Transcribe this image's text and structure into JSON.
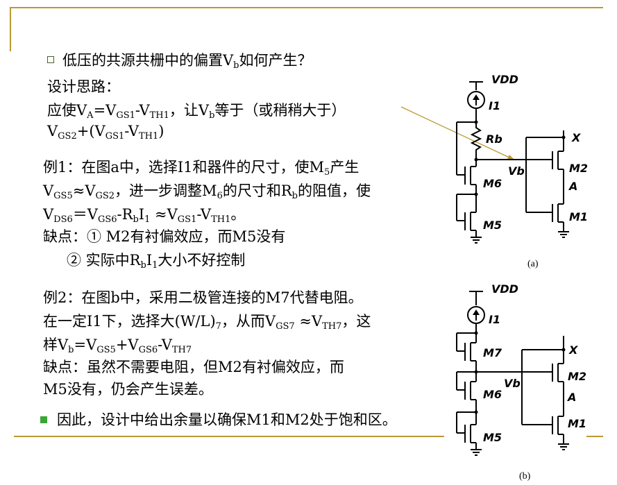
{
  "colors": {
    "accent": "#b99a32",
    "bullet_green": "#3aa636"
  },
  "intro": {
    "question_prefix": "低压的共源共栅中的偏置V",
    "question_sub": "b",
    "question_suffix": "如何产生？",
    "idea_label": "设计思路：",
    "cond_1": "应使V",
    "cond_sub_A": "A",
    "cond_2": "=V",
    "cond_sub_GS1": "GS1",
    "cond_3": "-V",
    "cond_sub_TH1": "TH1",
    "cond_4": "，让V",
    "cond_sub_b": "b",
    "cond_5": "等于（或稍稍大于）",
    "cond2_1": "V",
    "cond2_sub_GS2": "GS2",
    "cond2_2": "+(V",
    "cond2_sub_GS1": "GS1",
    "cond2_3": "-V",
    "cond2_sub_TH1": "TH1",
    "cond2_4": ")"
  },
  "example1": {
    "l1_a": "例1：在图a中，选择I1和器件的尺寸，使M",
    "l1_sub": "5",
    "l1_b": "产生",
    "l2_a": "V",
    "l2_sub1": "GS5",
    "l2_b": "≈V",
    "l2_sub2": "GS2",
    "l2_c": "，进一步调整M",
    "l2_sub3": "6",
    "l2_d": "的尺寸和R",
    "l2_sub4": "b",
    "l2_e": "的阻值，使",
    "l3_a": "V",
    "l3_sub1": "DS6",
    "l3_b": "＝V",
    "l3_sub2": "GS6",
    "l3_c": "-R",
    "l3_sub3": "b",
    "l3_d": "I",
    "l3_sub4": "1",
    "l3_e": " ≈V",
    "l3_sub5": "GS1",
    "l3_f": "-V",
    "l3_sub6": "TH1",
    "l3_g": "。",
    "drawback1": "缺点：① M2有衬偏效应，而M5没有",
    "drawback2_a": "② 实际中R",
    "drawback2_sub1": "b",
    "drawback2_b": "I",
    "drawback2_sub2": "1",
    "drawback2_c": "大小不好控制"
  },
  "example2": {
    "l1": "例2：在图b中，采用二极管连接的M7代替电阻。",
    "l2_a": "在一定I1下，选择大(W/L)",
    "l2_sub1": "7",
    "l2_b": "，从而V",
    "l2_sub2": "GS7",
    "l2_c": " ≈V",
    "l2_sub3": "TH7",
    "l2_d": "，这",
    "l3_a": "样V",
    "l3_sub1": "b",
    "l3_b": "=V",
    "l3_sub2": "GS5",
    "l3_c": "+V",
    "l3_sub3": "GS6",
    "l3_d": "-V",
    "l3_sub4": "TH7",
    "drawback_1": " 缺点：虽然不需要电阻，但M2有衬偏效应，而",
    "drawback_2": "M5没有，仍会产生误差。"
  },
  "conclusion": "因此，设计中给出余量以确保M1和M2处于饱和区。",
  "circuit_a": {
    "vdd": "VDD",
    "i1": "I1",
    "rb": "Rb",
    "vb": "Vb",
    "x": "X",
    "m2": "M2",
    "a": "A",
    "m1": "M1",
    "m6": "M6",
    "m5": "M5",
    "caption": "(a)"
  },
  "circuit_b": {
    "vdd": "VDD",
    "i1": "I1",
    "m7": "M7",
    "vb": "Vb",
    "x": "X",
    "m2": "M2",
    "a": "A",
    "m1": "M1",
    "m6": "M6",
    "m5": "M5",
    "caption": "(b)"
  }
}
